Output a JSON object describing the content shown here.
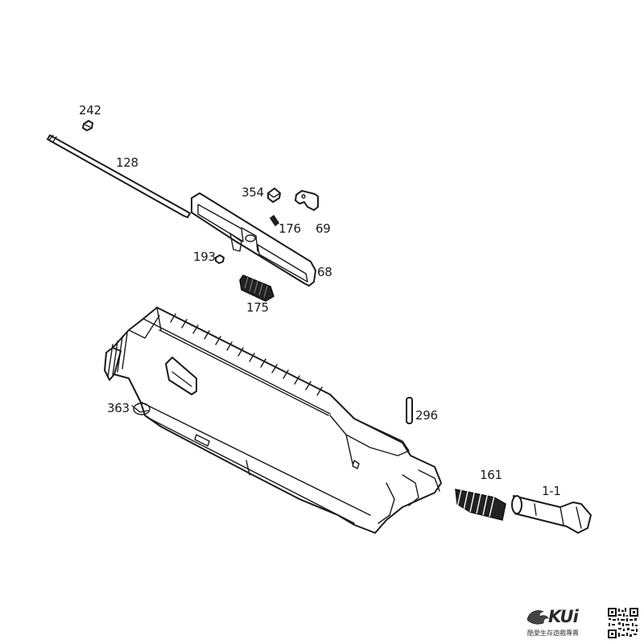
{
  "diagram": {
    "part_numbers": {
      "p242": "242",
      "p128": "128",
      "p354": "354",
      "p176": "176",
      "p69": "69",
      "p193": "193",
      "p68": "68",
      "p175": "175",
      "p363": "363",
      "p296": "296",
      "p161": "161",
      "p1_1": "1-1"
    }
  },
  "watermark": {
    "brand": "KUi",
    "tagline": "酷愛生存遊戲專賣"
  }
}
